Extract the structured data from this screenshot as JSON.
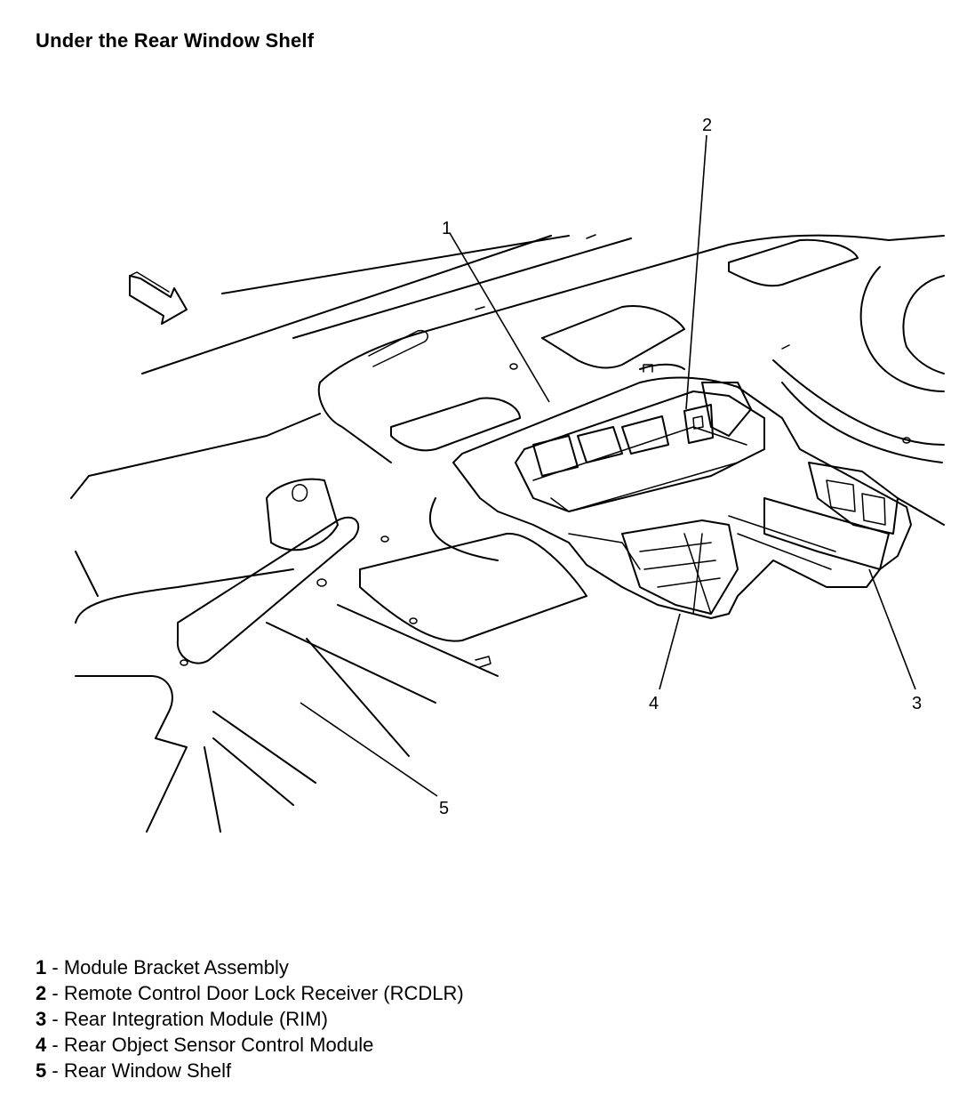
{
  "title": "Under the Rear Window Shelf",
  "callouts": [
    {
      "id": "1",
      "label": "1"
    },
    {
      "id": "2",
      "label": "2"
    },
    {
      "id": "3",
      "label": "3"
    },
    {
      "id": "4",
      "label": "4"
    },
    {
      "id": "5",
      "label": "5"
    }
  ],
  "legend": [
    {
      "num": "1",
      "sep": " - ",
      "text": "Module Bracket Assembly"
    },
    {
      "num": "2",
      "sep": " - ",
      "text": "Remote Control Door Lock Receiver (RCDLR)"
    },
    {
      "num": "3",
      "sep": " - ",
      "text": "Rear Integration Module (RIM)"
    },
    {
      "num": "4",
      "sep": " - ",
      "text": "Rear Object Sensor Control Module"
    },
    {
      "num": "5",
      "sep": " - ",
      "text": "Rear Window Shelf"
    }
  ],
  "icons": {
    "direction": "forward-arrow-icon"
  }
}
